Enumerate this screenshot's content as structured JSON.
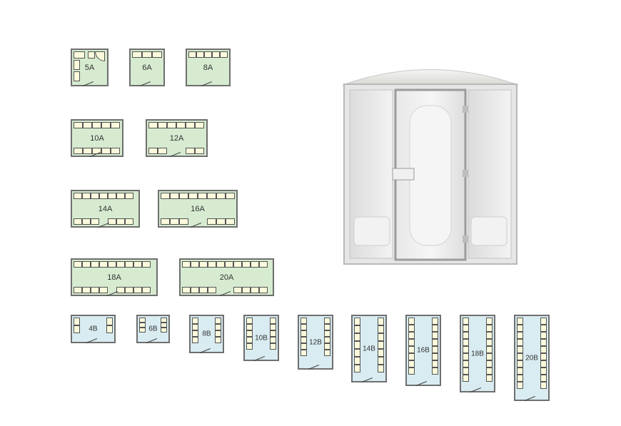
{
  "colors": {
    "room_a": "#d6ebd0",
    "room_b": "#d9ecf2",
    "seat": "#fbfadc",
    "outline": "#6f6f6f"
  },
  "layouts": [
    {
      "id": "5A",
      "label": "5A",
      "type": "A"
    },
    {
      "id": "6A",
      "label": "6A",
      "type": "A"
    },
    {
      "id": "8A",
      "label": "8A",
      "type": "A"
    },
    {
      "id": "10A",
      "label": "10A",
      "type": "A"
    },
    {
      "id": "12A",
      "label": "12A",
      "type": "A"
    },
    {
      "id": "14A",
      "label": "14A",
      "type": "A"
    },
    {
      "id": "16A",
      "label": "16A",
      "type": "A"
    },
    {
      "id": "18A",
      "label": "18A",
      "type": "A"
    },
    {
      "id": "20A",
      "label": "20A",
      "type": "A"
    },
    {
      "id": "4B",
      "label": "4B",
      "type": "B"
    },
    {
      "id": "6B",
      "label": "6B",
      "type": "B"
    },
    {
      "id": "8B",
      "label": "8B",
      "type": "B"
    },
    {
      "id": "10B",
      "label": "10B",
      "type": "B"
    },
    {
      "id": "12B",
      "label": "12B",
      "type": "B"
    },
    {
      "id": "14B",
      "label": "14B",
      "type": "B"
    },
    {
      "id": "16B",
      "label": "16B",
      "type": "B"
    },
    {
      "id": "18B",
      "label": "18B",
      "type": "B"
    },
    {
      "id": "20B",
      "label": "20B",
      "type": "B"
    }
  ],
  "photo": {
    "icon": "steam-cabin-photo"
  }
}
